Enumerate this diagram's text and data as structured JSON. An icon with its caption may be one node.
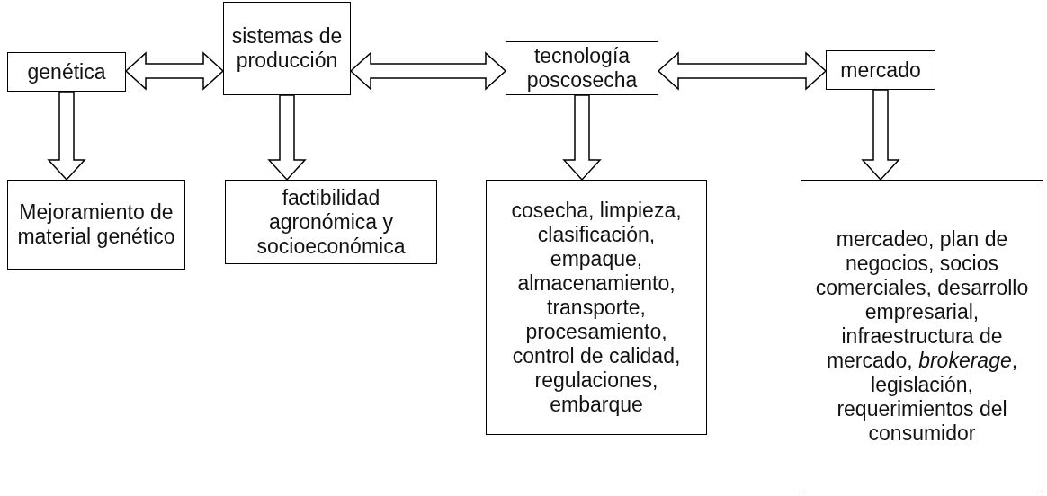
{
  "diagram": {
    "nodes": [
      {
        "text": [
          "genética"
        ]
      },
      {
        "text": [
          "sistemas de producción"
        ]
      },
      {
        "text": [
          "tecnología poscosecha"
        ]
      },
      {
        "text": [
          "mercado"
        ]
      },
      {
        "text": [
          "Mejoramiento de material genético"
        ]
      },
      {
        "text": [
          "factibilidad agronómica y socioeconómica"
        ]
      },
      {
        "text": [
          "cosecha, limpieza, clasificación, empaque, almacenamiento, transporte, procesamiento, control de calidad, regulaciones, embarque"
        ]
      },
      {
        "text": [
          "mercadeo, plan de negocios, socios comerciales, desarrollo empresarial, infraestructura de mercado, *brokerage*, legislación, requerimientos del consumidor"
        ]
      }
    ],
    "edges": [
      {
        "from": 0,
        "to": 1,
        "arrow": "both"
      },
      {
        "from": 1,
        "to": 2,
        "arrow": "both"
      },
      {
        "from": 2,
        "to": 3,
        "arrow": "both"
      },
      {
        "from": 0,
        "to": 4,
        "arrow": "to"
      },
      {
        "from": 1,
        "to": 5,
        "arrow": "to"
      },
      {
        "from": 2,
        "to": 6,
        "arrow": "to"
      },
      {
        "from": 3,
        "to": 7,
        "arrow": "to"
      }
    ]
  }
}
